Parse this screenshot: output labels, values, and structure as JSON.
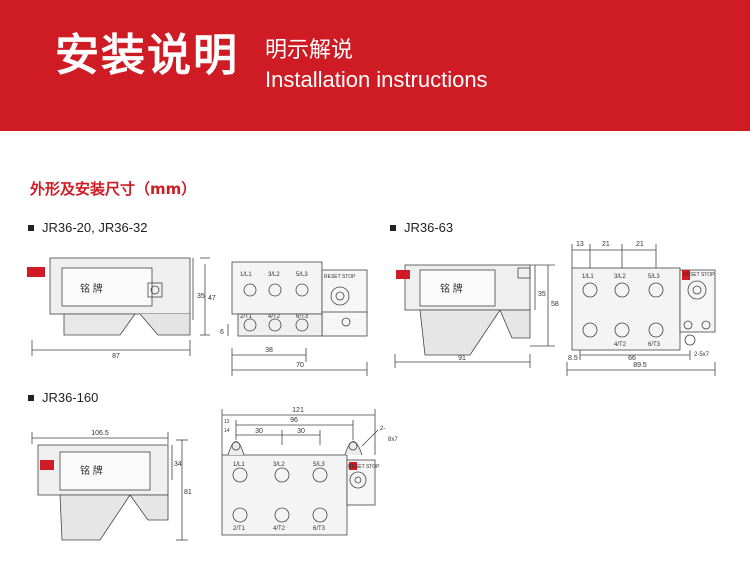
{
  "banner": {
    "title": "安装说明",
    "subtitle_cn": "明示解说",
    "subtitle_en": "Installation instructions"
  },
  "section": {
    "title": "外形及安装尺寸（mm）"
  },
  "models": [
    {
      "label": "JR36-20, JR36-32"
    },
    {
      "label": "JR36-63"
    },
    {
      "label": "JR36-160"
    }
  ],
  "drawing_text": {
    "nameplate": "铭  牌",
    "reset_stop": "RESET STOP",
    "terminals_top": [
      "1/L1",
      "3/L2",
      "5/L3"
    ],
    "terminals_bottom": [
      "2/T1",
      "4/T2",
      "6/T3"
    ],
    "d1": {
      "w87": "87",
      "h35": "35",
      "h47": "47",
      "w38": "38",
      "w70": "70",
      "h6": "6"
    },
    "d2": {
      "w13": "13",
      "w21a": "21",
      "w21b": "21",
      "h35": "35",
      "h58": "58",
      "w91": "91",
      "w66": "66",
      "w8_5": "8.5",
      "w89_5": "89.5",
      "hole": "2-5x7"
    },
    "d3": {
      "w106_5": "106.5",
      "h34": "34",
      "h81": "81",
      "w121": "121",
      "w96": "96",
      "w30a": "30",
      "w30b": "30",
      "hole_a": "2-",
      "hole_b": "8x7",
      "s12": "12",
      "s14": "14"
    }
  }
}
